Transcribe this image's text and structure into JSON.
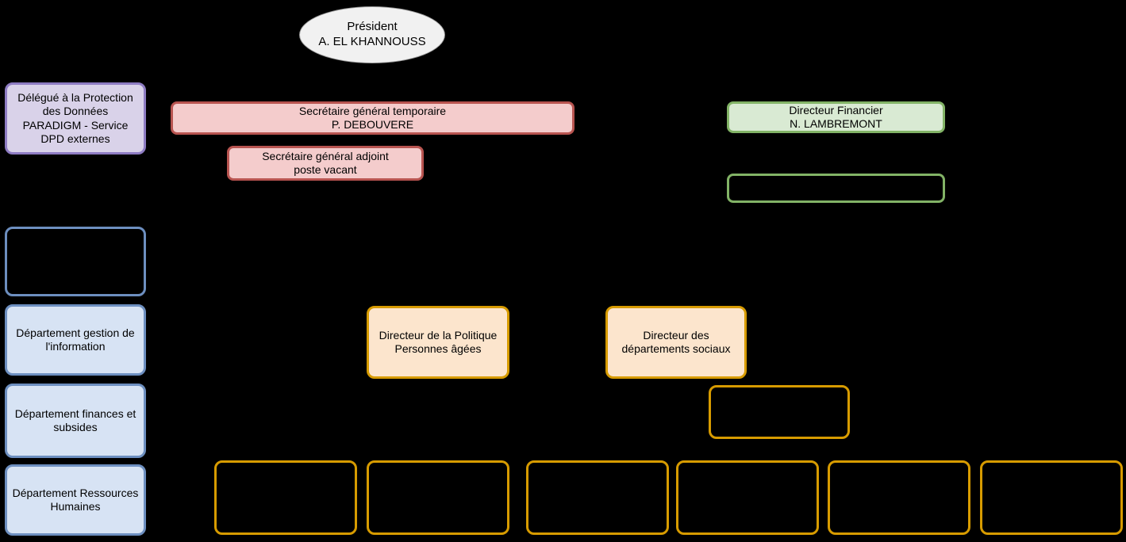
{
  "palette": {
    "background": "#000000",
    "ellipse_fill": "#f1f1f1",
    "ellipse_border": "#999999",
    "purple_fill": "#d9d2e9",
    "purple_border": "#8e7cc3",
    "red_fill": "#f4cccc",
    "red_border": "#b85450",
    "green_fill": "#d9ead3",
    "green_border": "#82b366",
    "blue_fill": "#d7e3f4",
    "blue_border": "#6d8fc0",
    "orange_fill": "#fce5cd",
    "orange_border": "#d79b00"
  },
  "nodes": {
    "president": {
      "line1": "Président",
      "line2": "A. EL KHANNOUSS"
    },
    "dpd": {
      "text": "Délégué à la Protection des Données PARADIGM - Service DPD externes"
    },
    "secretaire_general": {
      "line1": "Secrétaire général temporaire",
      "line2": "P. DEBOUVERE"
    },
    "secretaire_adjoint": {
      "line1": "Secrétaire général adjoint",
      "line2": "poste vacant"
    },
    "directeur_financier": {
      "line1": "Directeur Financier",
      "line2": "N. LAMBREMONT"
    },
    "dept_gestion": {
      "text": "Département gestion de l'information"
    },
    "dept_finances": {
      "text": "Département finances et subsides"
    },
    "dept_rh": {
      "text": "Département Ressources Humaines"
    },
    "dir_personnes_agees": {
      "line1": "Directeur de la Politique",
      "line2": "Personnes âgées"
    },
    "dir_depts_sociaux": {
      "line1": "Directeur des",
      "line2": "départements sociaux"
    }
  }
}
